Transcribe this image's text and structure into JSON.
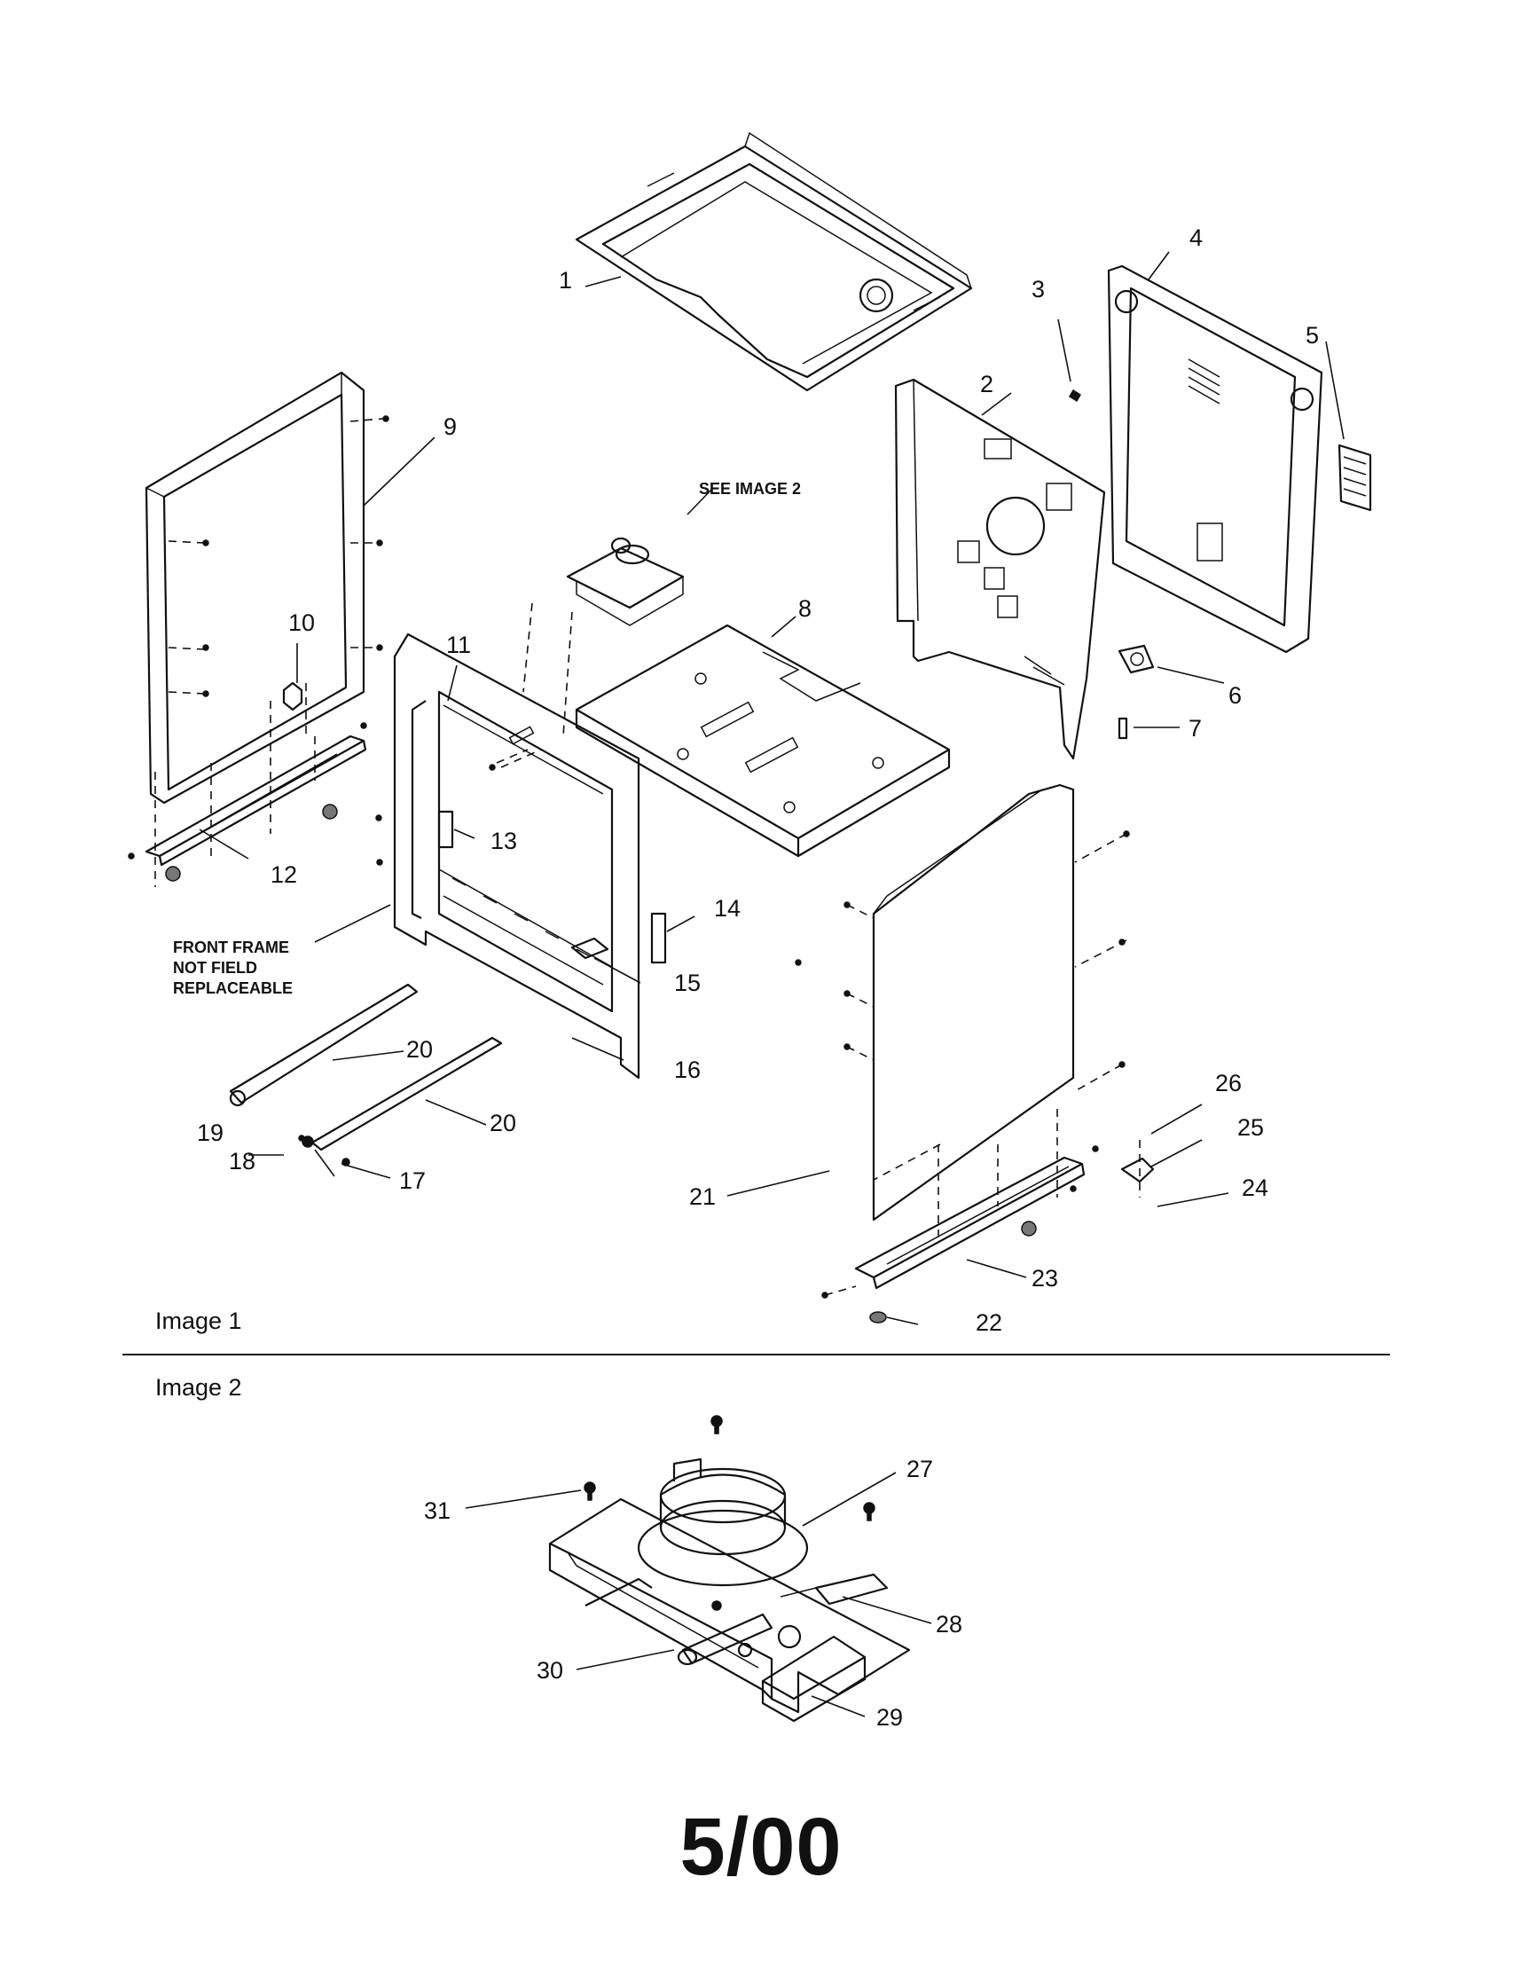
{
  "image_labels": {
    "image1": "Image 1",
    "image2": "Image 2"
  },
  "notes": {
    "see_image_2": "SEE IMAGE 2",
    "front_frame": [
      "FRONT FRAME",
      "NOT FIELD",
      "REPLACEABLE"
    ]
  },
  "callouts": [
    "1",
    "2",
    "3",
    "4",
    "5",
    "6",
    "7",
    "8",
    "9",
    "10",
    "11",
    "12",
    "13",
    "14",
    "15",
    "16",
    "17",
    "18",
    "19",
    "20",
    "20",
    "21",
    "22",
    "23",
    "24",
    "25",
    "26",
    "27",
    "28",
    "29",
    "30",
    "31"
  ],
  "footer": {
    "date": "5/00"
  }
}
